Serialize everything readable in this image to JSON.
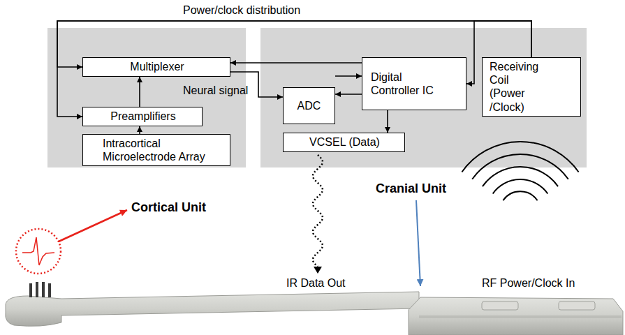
{
  "diagram": {
    "nodes": [
      {
        "text": [
          "Multiplexer"
        ]
      },
      {
        "text": [
          "Preamplifiers"
        ]
      },
      {
        "text": [
          "Intracortical Microelectrode Array"
        ]
      },
      {
        "text": [
          "ADC"
        ]
      },
      {
        "text": [
          "Digital Controller IC"
        ]
      },
      {
        "text": [
          "Receiving Coil (Power /Clock)"
        ]
      },
      {
        "text": [
          "VCSEL (Data)"
        ]
      }
    ],
    "edges": [
      {
        "from": 2,
        "to": 1,
        "arrow": "to"
      },
      {
        "from": 1,
        "to": 0,
        "arrow": "to"
      },
      {
        "from": 4,
        "to": 0,
        "arrow": "to"
      },
      {
        "from": 0,
        "to": 3,
        "arrow": "to",
        "label": "Neural signal"
      },
      {
        "from": 4,
        "to": 3,
        "arrow": "to"
      },
      {
        "from": 3,
        "to": 4,
        "arrow": "to"
      },
      {
        "from": 4,
        "to": 6,
        "arrow": "to"
      },
      {
        "from": 5,
        "to": 0,
        "arrow": "to"
      },
      {
        "from": 5,
        "to": 1,
        "arrow": "to"
      },
      {
        "from": 5,
        "to": 4,
        "arrow": "to"
      }
    ],
    "labels": [
      "Power/clock distribution",
      "Cortical Unit",
      "Cranial Unit",
      "IR Data Out",
      "RF Power/Clock In"
    ]
  }
}
